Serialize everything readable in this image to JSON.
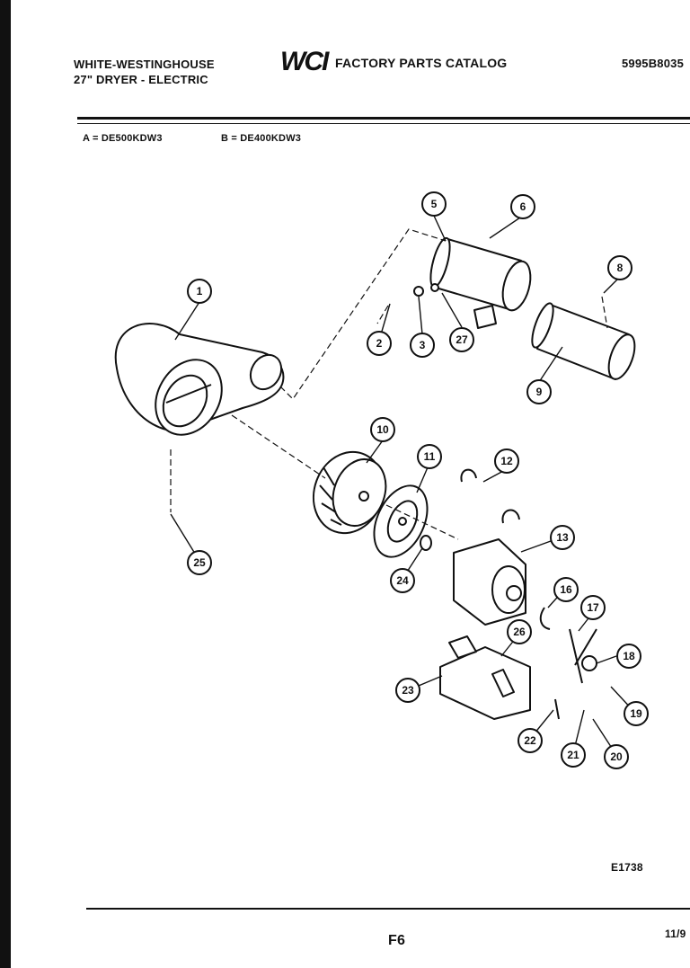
{
  "header": {
    "brand_line1": "WHITE-WESTINGHOUSE",
    "brand_line2": "27\" DRYER - ELECTRIC",
    "logo_text": "WCI",
    "catalog_title": "FACTORY PARTS CATALOG",
    "catalog_number": "5995B8035"
  },
  "models": {
    "model_a": "A = DE500KDW3",
    "model_b": "B = DE400KDW3"
  },
  "parts": [
    "1",
    "2",
    "3",
    "5",
    "6",
    "8",
    "9",
    "10",
    "11",
    "12",
    "13",
    "16",
    "17",
    "18",
    "19",
    "20",
    "21",
    "22",
    "23",
    "24",
    "25",
    "26",
    "27"
  ],
  "figure_code": "E1738",
  "footer": {
    "page": "F6",
    "date": "11/9"
  }
}
